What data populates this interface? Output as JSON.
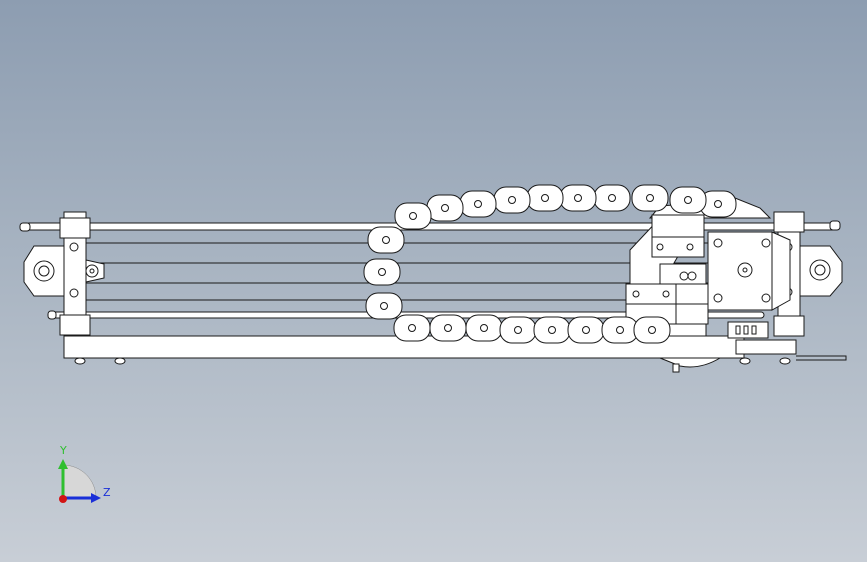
{
  "viewport": {
    "background_top": "#8d9db1",
    "background_bottom": "#c8ced6"
  },
  "triad": {
    "y_label": "Y",
    "z_label": "Z",
    "y_color": "#2fbf2f",
    "z_color": "#1a2fd8",
    "x_color": "#d21414"
  },
  "model": {
    "line_color": "#1a1a1a",
    "fill_color": "#ffffff",
    "chain_links": 21
  }
}
